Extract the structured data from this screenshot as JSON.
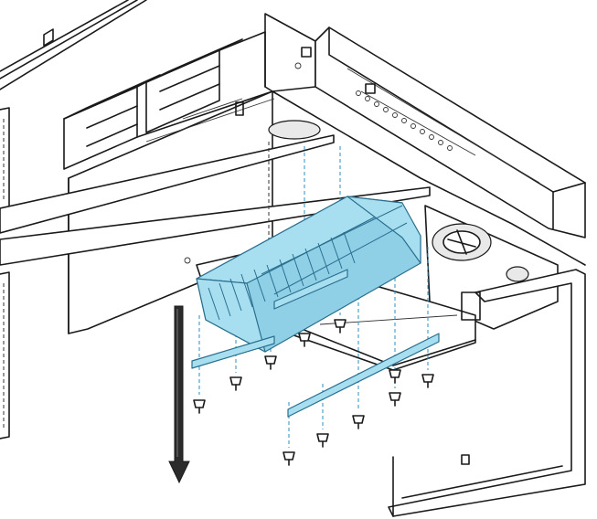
{
  "diagram": {
    "kind": "exploded installation illustration",
    "highlight_color": "#a8dff0",
    "arrow_direction": "down",
    "screw_count": 11,
    "bracket_count": 2,
    "text_labels": []
  }
}
